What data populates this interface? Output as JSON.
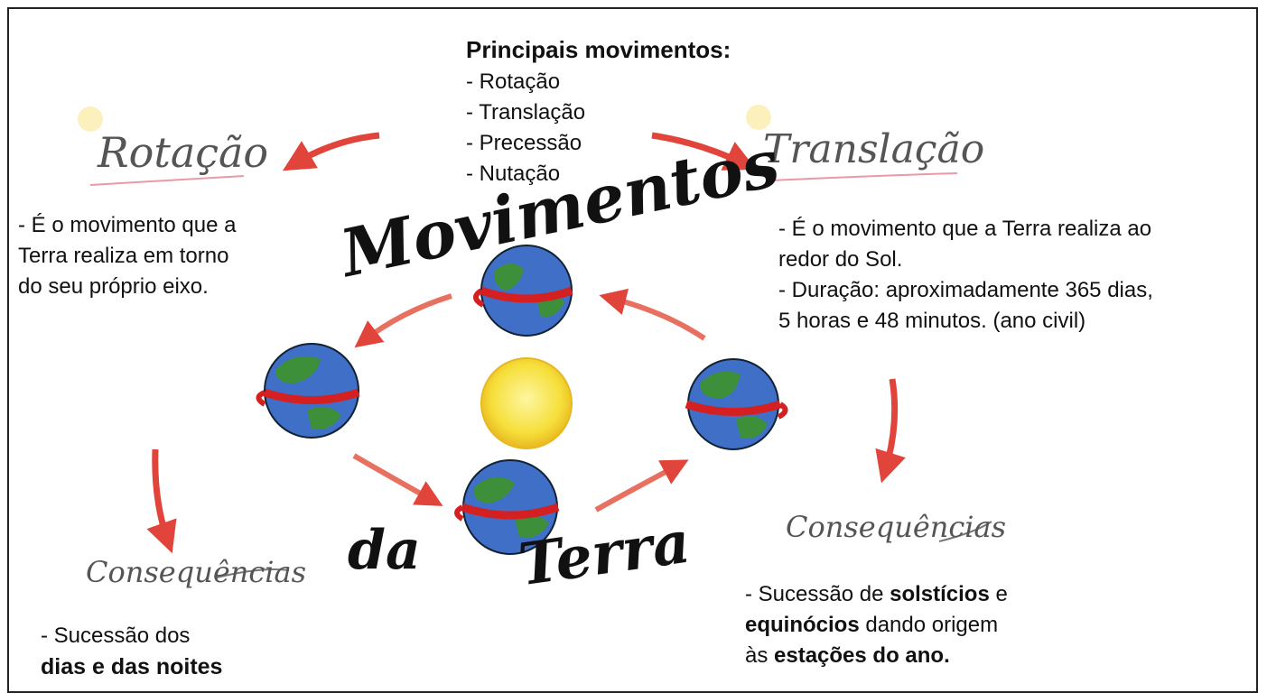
{
  "colors": {
    "arrow": "#e0443a",
    "earth_ocean": "#3f6fc7",
    "earth_land": "#3e8f3a",
    "sun": "#f6df3a",
    "sun_edge": "#e8b820",
    "spin_band": "#d42020",
    "underline_pink": "#e89aa8"
  },
  "main_list": {
    "heading": "Principais movimentos:",
    "items": [
      "- Rotação",
      "- Translação",
      "- Precessão",
      "- Nutação"
    ]
  },
  "center_title": {
    "line1": "Movimentos",
    "line2": "da",
    "line3": "Terra"
  },
  "rotation": {
    "title": "Rotação",
    "description": [
      "- É o movimento que a",
      "Terra realiza em torno",
      "do seu próprio eixo."
    ],
    "consequences_label": "Consequências",
    "consequence_prefix": "- Sucessão dos",
    "consequence_bold": "dias e das noites"
  },
  "translation": {
    "title": "Translação",
    "description": [
      "- É o movimento que a Terra realiza ao",
      "redor do Sol.",
      "- Duração: aproximadamente 365 dias,",
      "5 horas e 48 minutos. (ano civil)"
    ],
    "consequences_label": "Consequências",
    "consequence": {
      "t1": "- Sucessão de ",
      "b1": "solstícios",
      "t2": " e",
      "b2": "equinócios",
      "t3": " dando origem",
      "t4": "às ",
      "b3": "estações do ano."
    }
  }
}
